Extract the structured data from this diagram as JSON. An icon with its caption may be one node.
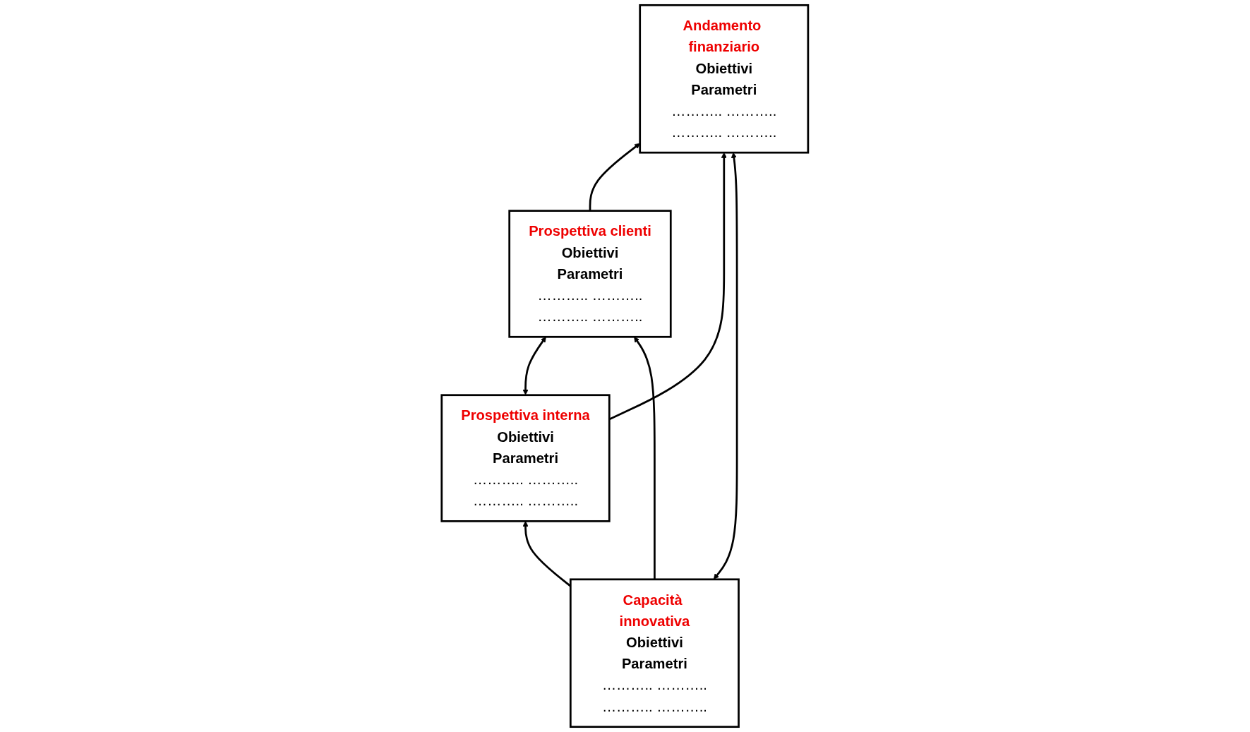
{
  "diagram": {
    "nodes": [
      {
        "text": [
          "Andamento finanziario",
          "Obiettivi",
          "Parametri",
          "……….. ………..",
          "……….. ……….."
        ]
      },
      {
        "text": [
          "Prospettiva clienti",
          "Obiettivi",
          "Parametri",
          "……….. ………..",
          "……….. ……….."
        ]
      },
      {
        "text": [
          "Prospettiva interna",
          "Obiettivi",
          "Parametri",
          "……….. ………..",
          "……….. ……….."
        ]
      },
      {
        "text": [
          "Capacità innovativa",
          "Obiettivi",
          "Parametri",
          "……….. ………..",
          "……….. ……….."
        ]
      }
    ],
    "edges": [
      {
        "from": 1,
        "to": 0,
        "arrow": "to"
      },
      {
        "from": 2,
        "to": 0,
        "arrow": "to"
      },
      {
        "from": 0,
        "to": 3,
        "arrow": "both"
      },
      {
        "from": 1,
        "to": 2,
        "arrow": "both"
      },
      {
        "from": 3,
        "to": 1,
        "arrow": "to"
      },
      {
        "from": 3,
        "to": 2,
        "arrow": "to"
      }
    ]
  }
}
